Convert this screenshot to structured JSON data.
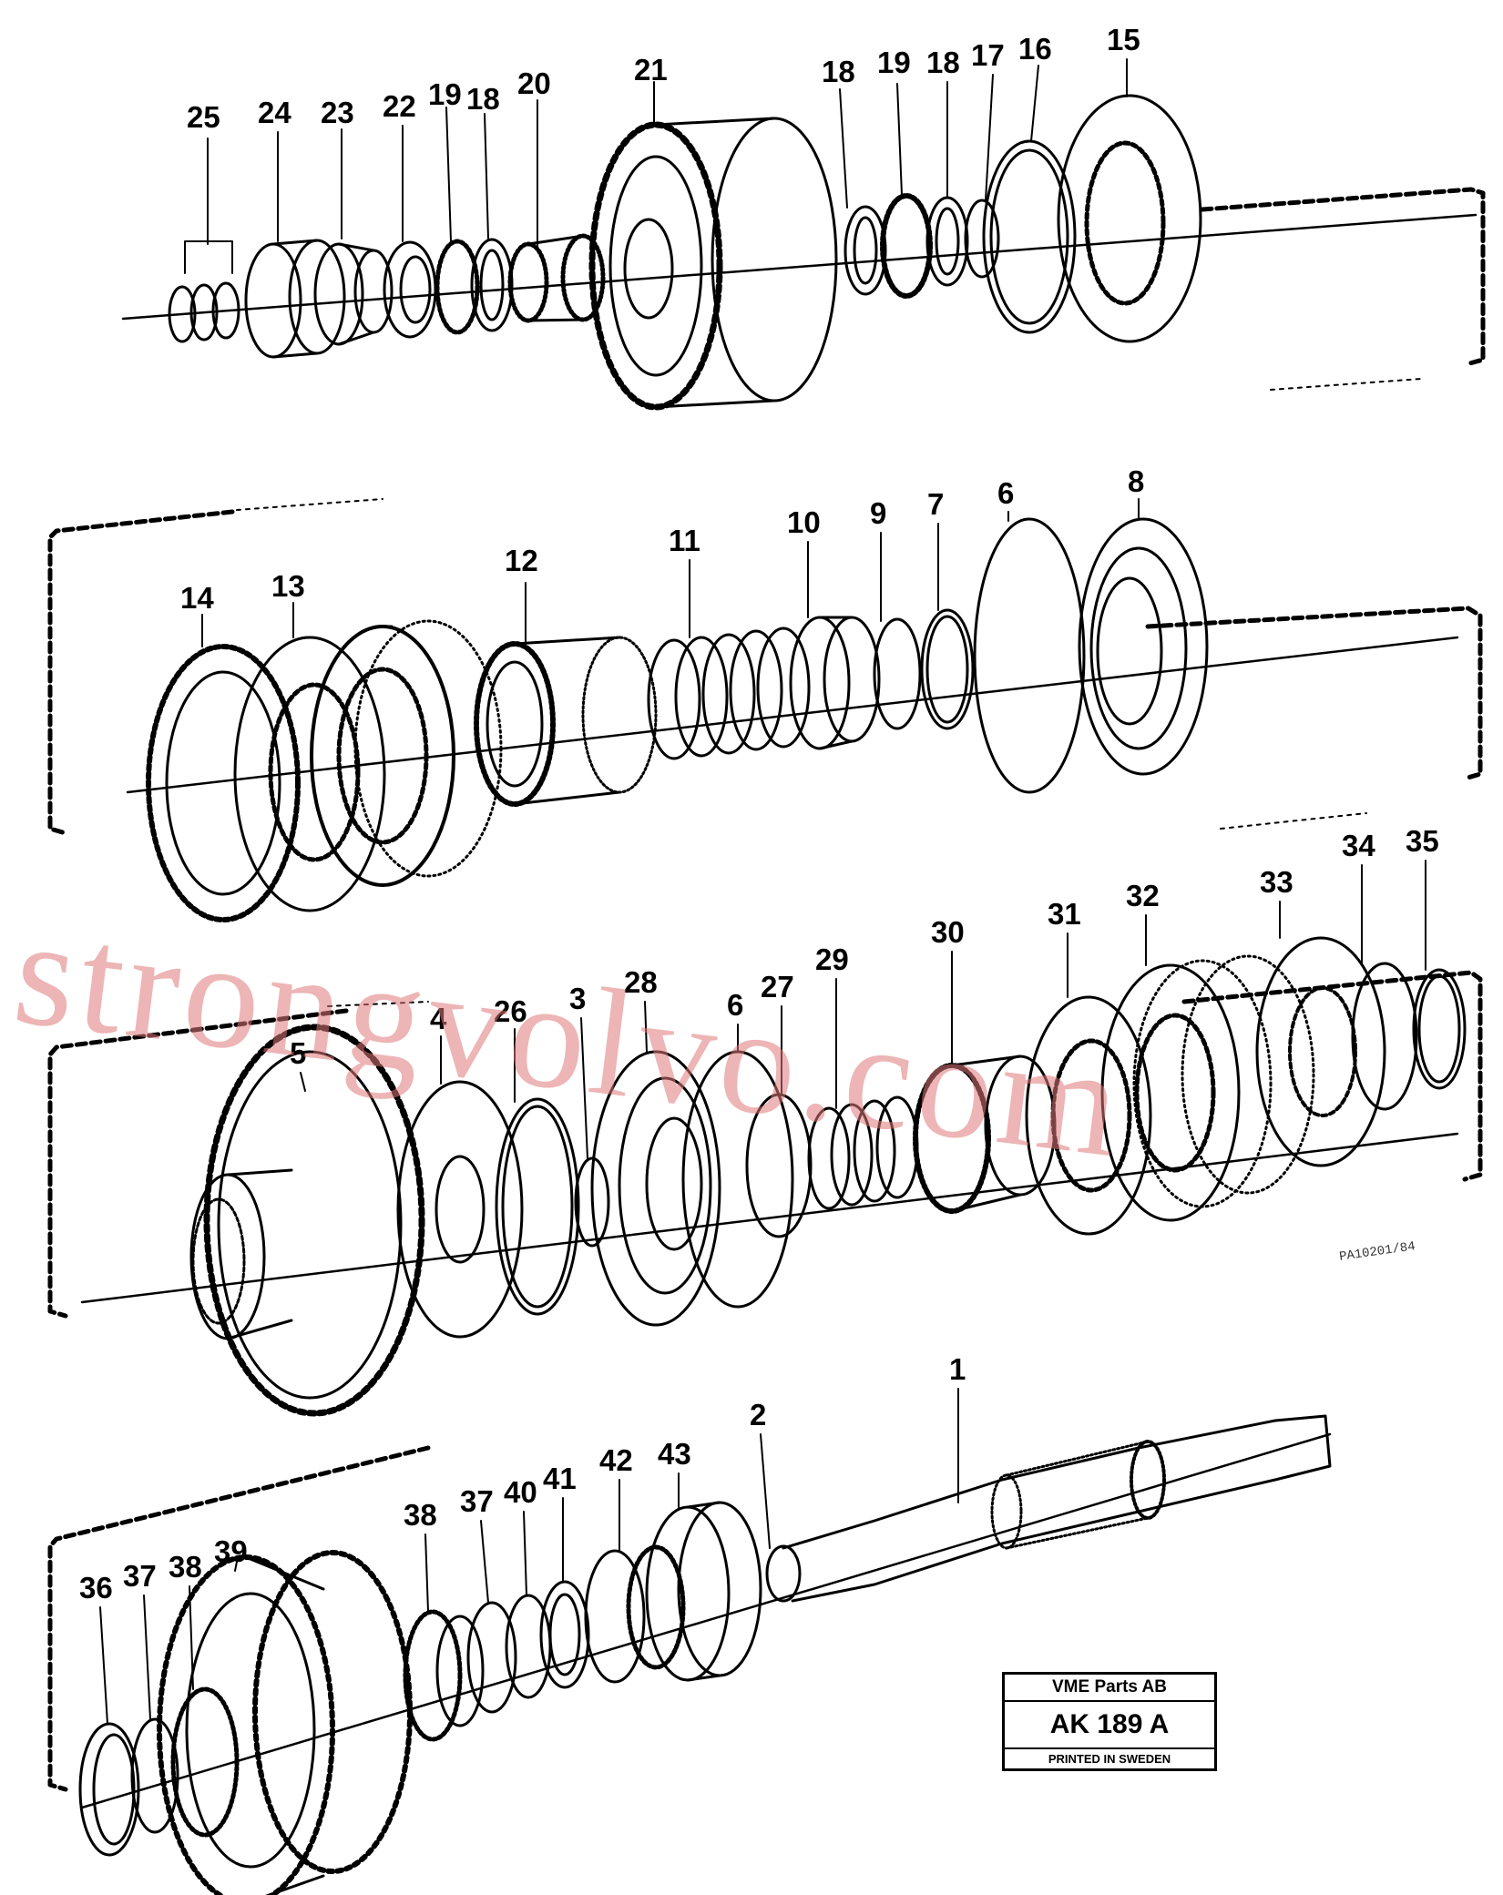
{
  "callouts": [
    {
      "id": "c25",
      "text": "25"
    },
    {
      "id": "c24",
      "text": "24"
    },
    {
      "id": "c23",
      "text": "23"
    },
    {
      "id": "c22",
      "text": "22"
    },
    {
      "id": "c19a",
      "text": "19"
    },
    {
      "id": "c18a",
      "text": "18"
    },
    {
      "id": "c20",
      "text": "20"
    },
    {
      "id": "c21",
      "text": "21"
    },
    {
      "id": "c18b",
      "text": "18"
    },
    {
      "id": "c19b",
      "text": "19"
    },
    {
      "id": "c18c",
      "text": "18"
    },
    {
      "id": "c17",
      "text": "17"
    },
    {
      "id": "c16",
      "text": "16"
    },
    {
      "id": "c15",
      "text": "15"
    },
    {
      "id": "c14",
      "text": "14"
    },
    {
      "id": "c13",
      "text": "13"
    },
    {
      "id": "c12",
      "text": "12"
    },
    {
      "id": "c11",
      "text": "11"
    },
    {
      "id": "c10",
      "text": "10"
    },
    {
      "id": "c9",
      "text": "9"
    },
    {
      "id": "c7",
      "text": "7"
    },
    {
      "id": "c6a",
      "text": "6"
    },
    {
      "id": "c8",
      "text": "8"
    },
    {
      "id": "c5",
      "text": "5"
    },
    {
      "id": "c4",
      "text": "4"
    },
    {
      "id": "c26",
      "text": "26"
    },
    {
      "id": "c3",
      "text": "3"
    },
    {
      "id": "c28",
      "text": "28"
    },
    {
      "id": "c6b",
      "text": "6"
    },
    {
      "id": "c27",
      "text": "27"
    },
    {
      "id": "c29",
      "text": "29"
    },
    {
      "id": "c30",
      "text": "30"
    },
    {
      "id": "c31",
      "text": "31"
    },
    {
      "id": "c32",
      "text": "32"
    },
    {
      "id": "c33",
      "text": "33"
    },
    {
      "id": "c34",
      "text": "34"
    },
    {
      "id": "c35",
      "text": "35"
    },
    {
      "id": "c1",
      "text": "1"
    },
    {
      "id": "c2",
      "text": "2"
    },
    {
      "id": "c43",
      "text": "43"
    },
    {
      "id": "c42",
      "text": "42"
    },
    {
      "id": "c41",
      "text": "41"
    },
    {
      "id": "c40",
      "text": "40"
    },
    {
      "id": "c37a",
      "text": "37"
    },
    {
      "id": "c38a",
      "text": "38"
    },
    {
      "id": "c39",
      "text": "39"
    },
    {
      "id": "c38b",
      "text": "38"
    },
    {
      "id": "c37b",
      "text": "37"
    },
    {
      "id": "c36",
      "text": "36"
    }
  ],
  "stamp": {
    "company": "VME Parts AB",
    "code": "AK 189 A",
    "printed": "PRINTED IN SWEDEN"
  },
  "watermark": "strongvolvo.com",
  "drawing_ref": "PA10201/84",
  "colors": {
    "ink": "#000000",
    "watermark": "#de7878",
    "paper": "#ffffff"
  }
}
